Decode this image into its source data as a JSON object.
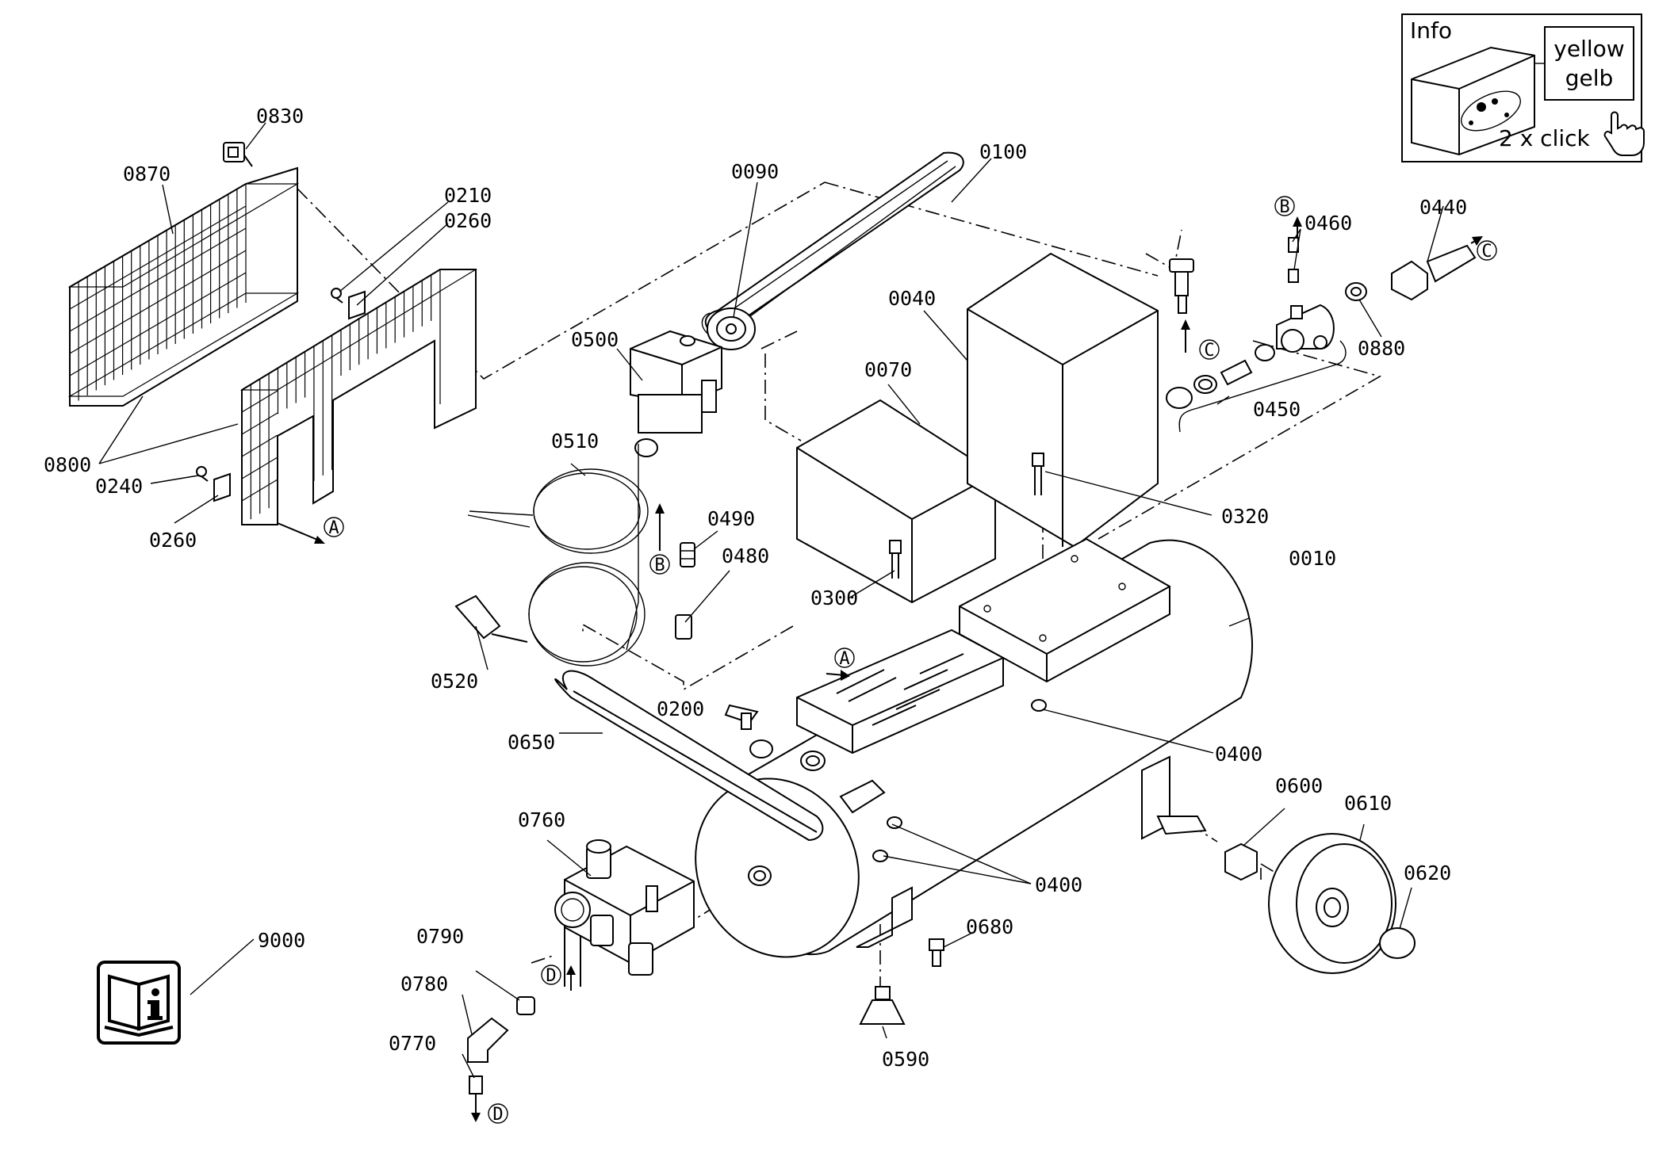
{
  "labels": {
    "p0010": "0010",
    "p0040": "0040",
    "p0070": "0070",
    "p0090": "0090",
    "p0100": "0100",
    "p0200": "0200",
    "p0210": "0210",
    "p0240": "0240",
    "p0260a": "0260",
    "p0260b": "0260",
    "p0300": "0300",
    "p0320": "0320",
    "p0400a": "0400",
    "p0400b": "0400",
    "p0440": "0440",
    "p0450": "0450",
    "p0460": "0460",
    "p0480": "0480",
    "p0490": "0490",
    "p0500": "0500",
    "p0510": "0510",
    "p0520": "0520",
    "p0590": "0590",
    "p0600": "0600",
    "p0610": "0610",
    "p0620": "0620",
    "p0650": "0650",
    "p0680": "0680",
    "p0760": "0760",
    "p0770": "0770",
    "p0780": "0780",
    "p0790": "0790",
    "p0800": "0800",
    "p0830": "0830",
    "p0870": "0870",
    "p0880": "0880",
    "p9000": "9000"
  },
  "refs": {
    "A": "A",
    "B": "B",
    "C": "C",
    "D": "D"
  },
  "info_box": {
    "title": "Info",
    "color_en": "yellow",
    "color_de": "gelb",
    "action": "2 x click"
  },
  "icons": [
    "manual-info-icon",
    "hand-pointer-icon"
  ]
}
